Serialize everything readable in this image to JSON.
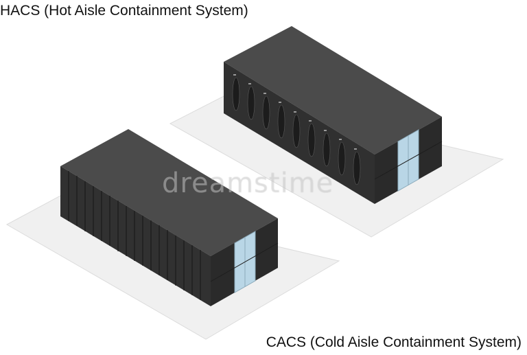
{
  "labels": {
    "hacs": "HACS (Hot Aisle Containment System)",
    "cacs": "CACS (Cold Aisle Containment System)"
  },
  "watermark": "dreamstime",
  "colors": {
    "floor": "#f0f0f0",
    "rack_top": "#4b4b4b",
    "rack_front": "#323232",
    "rack_side": "#2a2a2a",
    "door_glass": "#b9d6e6"
  }
}
